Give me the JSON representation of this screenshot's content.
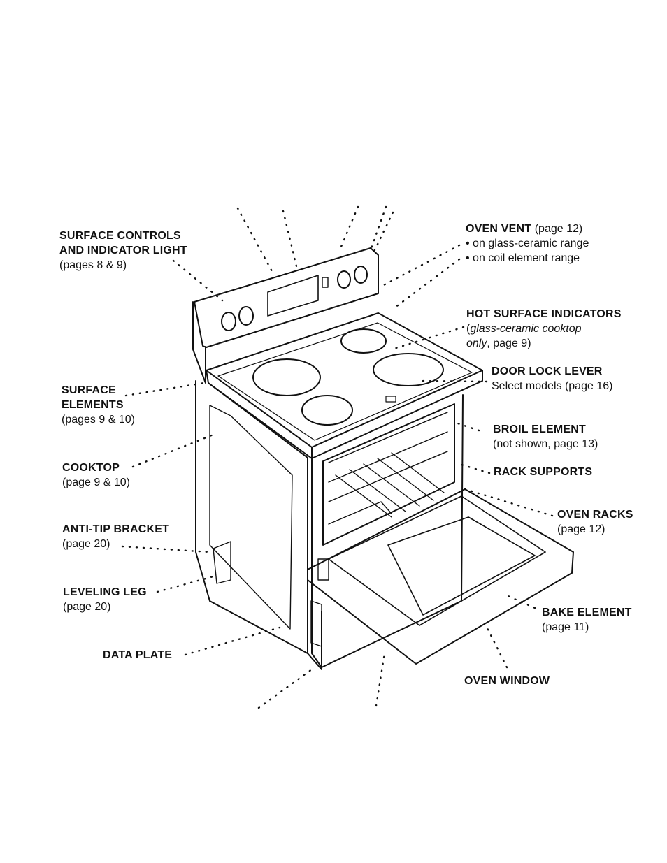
{
  "labels": {
    "surface_controls": {
      "line1": "SURFACE CONTROLS",
      "line2": "AND INDICATOR LIGHT",
      "ref": "(pages 8 & 9)"
    },
    "oven_vent": {
      "title": "OVEN VENT",
      "ref": "(page 12)",
      "bullet1": "• on glass-ceramic range",
      "bullet2": "• on coil element range"
    },
    "hot_surface": {
      "title": "HOT SURFACE INDICATORS",
      "paren_open": "(",
      "italic1": "glass-ceramic cooktop",
      "italic2": "only",
      "ref": ", page 9)"
    },
    "door_lock": {
      "title": "DOOR LOCK LEVER",
      "sub": "Select models (page 16)"
    },
    "surface_elements": {
      "line1": "SURFACE",
      "line2": "ELEMENTS",
      "ref": "(pages 9 & 10)"
    },
    "broil": {
      "title": "BROIL ELEMENT",
      "sub": "(not shown, page 13)"
    },
    "cooktop": {
      "title": "COOKTOP",
      "ref": "(page 9 & 10)"
    },
    "rack_supports": {
      "title": "RACK SUPPORTS"
    },
    "oven_racks": {
      "title": "OVEN RACKS",
      "ref": "(page 12)"
    },
    "anti_tip": {
      "title": "ANTI-TIP BRACKET",
      "ref": "(page 20)"
    },
    "leveling_leg": {
      "title": "LEVELING LEG",
      "ref": "(page 20)"
    },
    "bake_element": {
      "title": "BAKE ELEMENT",
      "ref": "(page 11)"
    },
    "data_plate": {
      "title": "DATA PLATE"
    },
    "oven_window": {
      "title": "OVEN WINDOW"
    }
  }
}
